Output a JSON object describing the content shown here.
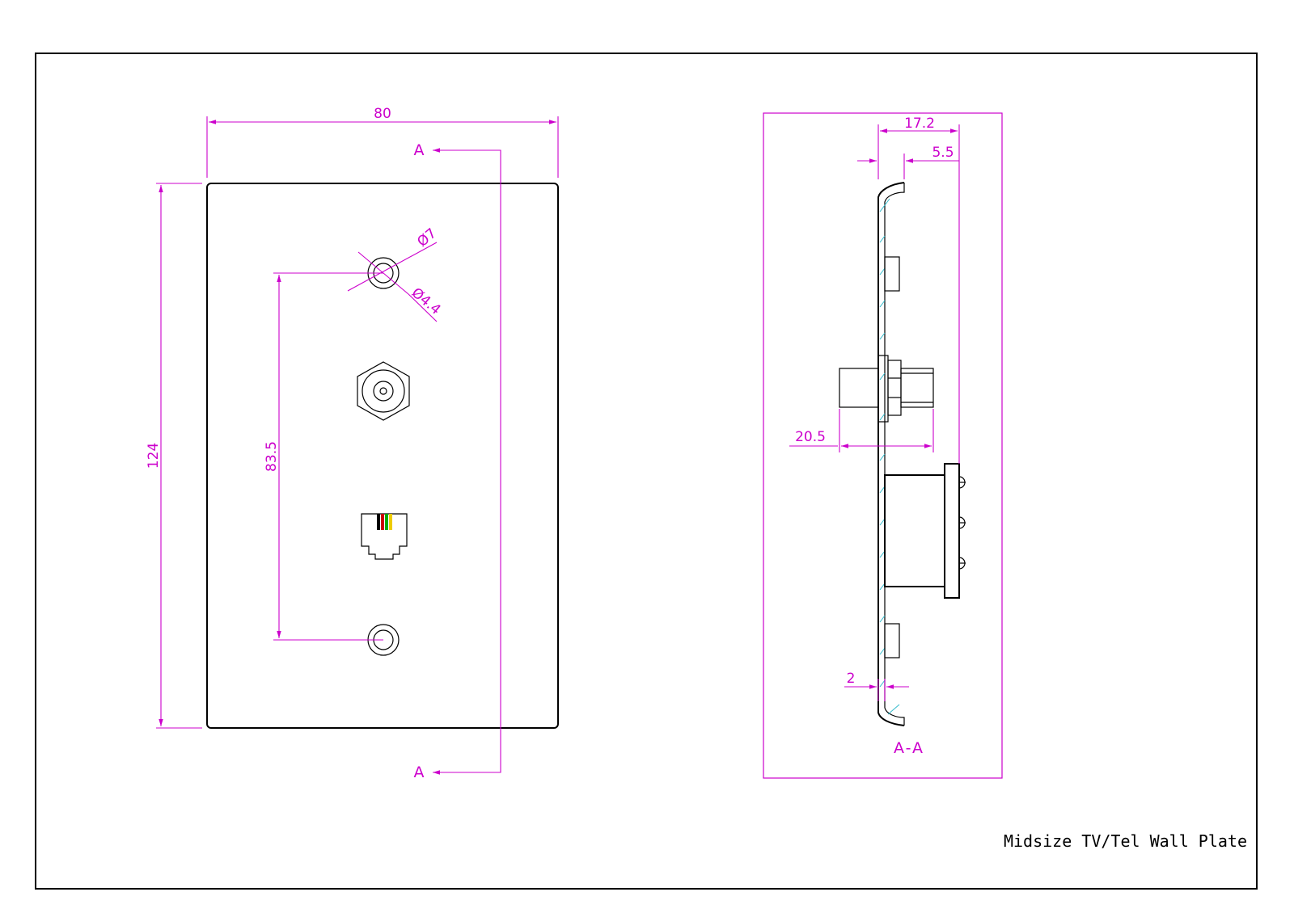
{
  "title": "Midsize TV/Tel Wall Plate",
  "section_marker": "A",
  "section_label": "A-A",
  "dimensions": {
    "plate_width": "80",
    "plate_height": "124",
    "hole_spacing": "83.5",
    "outer_diameter": "Ø7",
    "inner_diameter": "Ø4.4",
    "total_depth": "17.2",
    "front_depth": "5.5",
    "connector_length": "20.5",
    "plate_thickness": "2"
  },
  "colors": {
    "dimension": "#cc00cc",
    "outline": "#000000",
    "hatch": "#33bbcc",
    "rj11_wires": [
      "#000000",
      "#cc0000",
      "#00aa00",
      "#eecc00"
    ]
  }
}
